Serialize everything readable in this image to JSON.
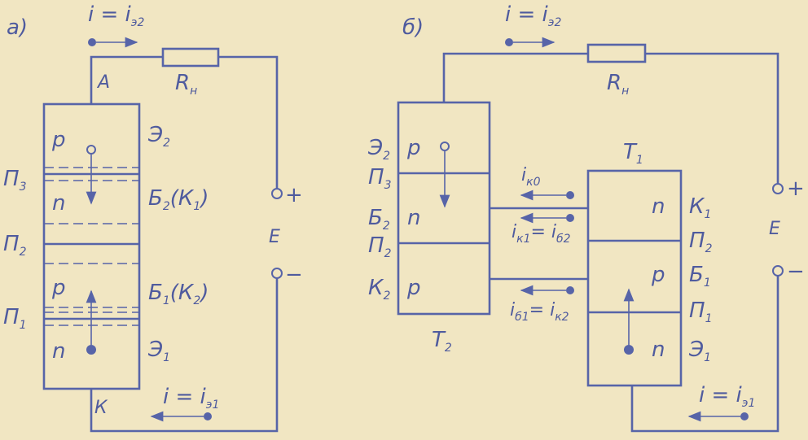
{
  "figure_a": {
    "label": "а)",
    "current_top": "i = i",
    "current_top_sub": "э2",
    "current_bottom": "i = i",
    "current_bottom_sub": "э1",
    "anode": "А",
    "cathode": "К",
    "load": "R",
    "load_sub": "н",
    "source": "E",
    "plus": "+",
    "minus": "−",
    "layers": [
      "p",
      "n",
      "p",
      "n"
    ],
    "left_labels": [
      {
        "t": "П",
        "s": "3"
      },
      {
        "t": "П",
        "s": "2"
      },
      {
        "t": "П",
        "s": "1"
      }
    ],
    "right_labels": [
      {
        "t": "Э",
        "s": "2",
        "rest": ""
      },
      {
        "t": "Б",
        "s": "2",
        "rest": "(К",
        "s2": "1",
        "end": ")"
      },
      {
        "t": "Б",
        "s": "1",
        "rest": "(К",
        "s2": "2",
        "end": ")"
      },
      {
        "t": "Э",
        "s": "1",
        "rest": ""
      }
    ]
  },
  "figure_b": {
    "label": "б)",
    "current_top": "i = i",
    "current_top_sub": "э2",
    "current_bottom": "i = i",
    "current_bottom_sub": "э1",
    "load": "R",
    "load_sub": "н",
    "source": "E",
    "plus": "+",
    "minus": "−",
    "t1": {
      "t": "T",
      "s": "1"
    },
    "t2": {
      "t": "T",
      "s": "2"
    },
    "t2_layers": [
      "p",
      "n",
      "p"
    ],
    "t1_layers": [
      "n",
      "p",
      "n"
    ],
    "t2_labels": [
      {
        "t": "Э",
        "s": "2"
      },
      {
        "t": "П",
        "s": "3"
      },
      {
        "t": "Б",
        "s": "2"
      },
      {
        "t": "П",
        "s": "2"
      },
      {
        "t": "К",
        "s": "2"
      }
    ],
    "t1_labels": [
      {
        "t": "К",
        "s": "1"
      },
      {
        "t": "П",
        "s": "2"
      },
      {
        "t": "Б",
        "s": "1"
      },
      {
        "t": "П",
        "s": "1"
      },
      {
        "t": "Э",
        "s": "1"
      }
    ],
    "i_k0": {
      "t": "i",
      "s": "к0"
    },
    "i_k1": {
      "t": "i",
      "s": "к1",
      "t2": "= i",
      "s2": "б2"
    },
    "i_b1": {
      "t": "i",
      "s": "б1",
      "t2": "= i",
      "s2": "к2"
    }
  }
}
